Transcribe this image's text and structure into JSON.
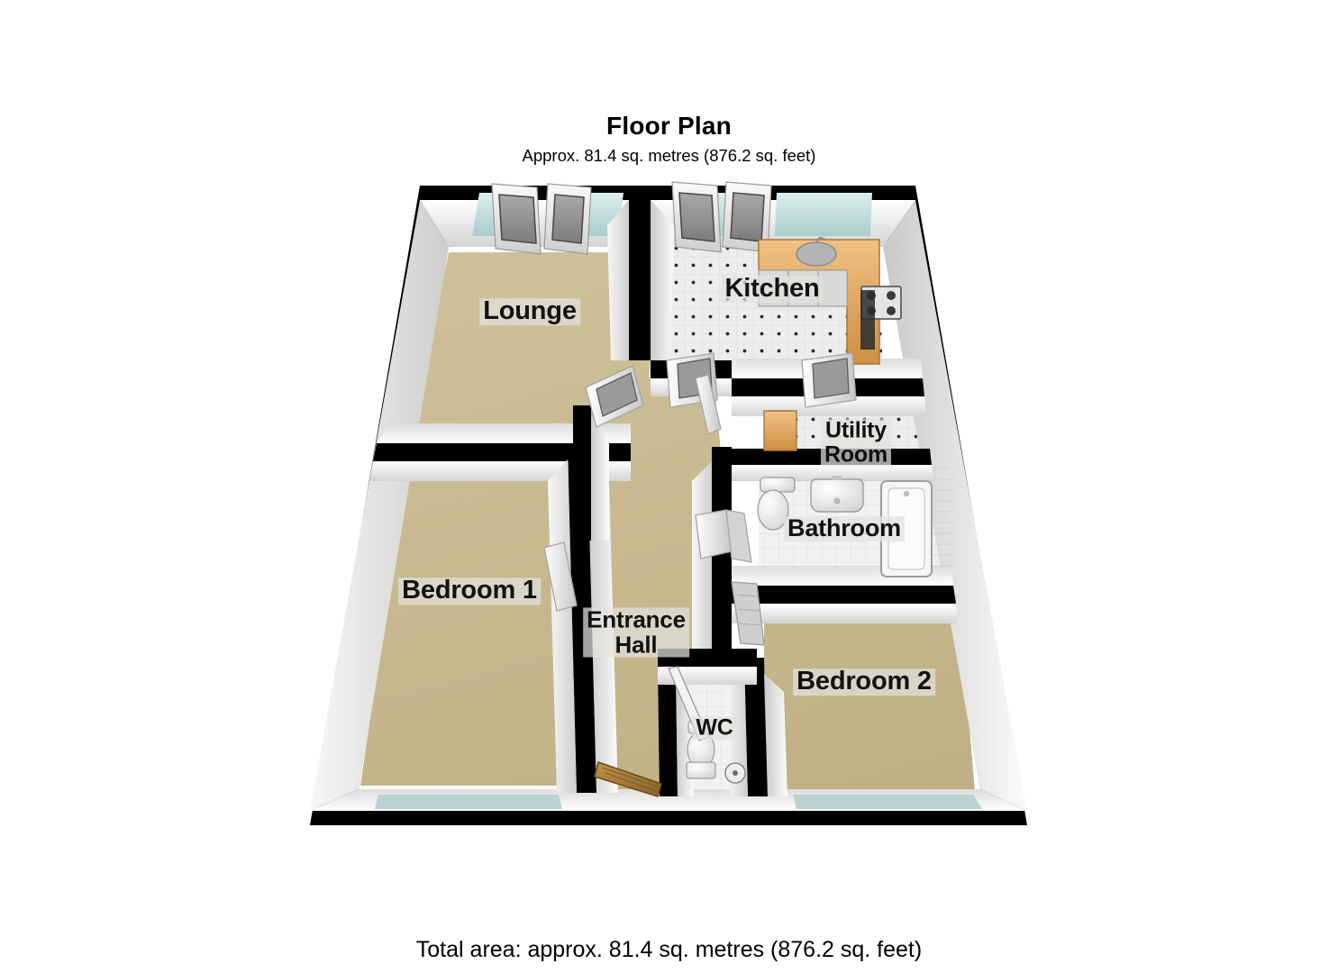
{
  "header": {
    "title": "Floor Plan",
    "subtitle": "Approx. 81.4 sq. metres (876.2 sq. feet)"
  },
  "footer": {
    "total_area": "Total area: approx. 81.4 sq. metres (876.2 sq. feet)"
  },
  "plan": {
    "view": "3d-isometric-cutaway",
    "rooms": [
      {
        "key": "lounge",
        "label": "Lounge",
        "floor": "carpet"
      },
      {
        "key": "kitchen",
        "label": "Kitchen",
        "floor": "tile-speckled"
      },
      {
        "key": "utility",
        "label": "Utility\nRoom",
        "floor": "tile-speckled"
      },
      {
        "key": "bathroom",
        "label": "Bathroom",
        "floor": "tile-white"
      },
      {
        "key": "bedroom1",
        "label": "Bedroom 1",
        "floor": "carpet"
      },
      {
        "key": "bedroom2",
        "label": "Bedroom 2",
        "floor": "carpet"
      },
      {
        "key": "hall",
        "label": "Entrance\nHall",
        "floor": "carpet"
      },
      {
        "key": "wc",
        "label": "WC",
        "floor": "tile-white"
      }
    ],
    "fixtures": [
      {
        "name": "kitchen-sink",
        "room": "kitchen"
      },
      {
        "name": "kitchen-hob",
        "room": "kitchen"
      },
      {
        "name": "kitchen-oven",
        "room": "kitchen"
      },
      {
        "name": "kitchen-worktop",
        "room": "kitchen"
      },
      {
        "name": "base-units",
        "room": "kitchen"
      },
      {
        "name": "toilet",
        "room": "bathroom"
      },
      {
        "name": "wash-basin",
        "room": "bathroom"
      },
      {
        "name": "bath",
        "room": "bathroom"
      },
      {
        "name": "toilet",
        "room": "wc"
      },
      {
        "name": "toilet-roll-holder",
        "room": "wc"
      },
      {
        "name": "front-door",
        "room": "hall"
      }
    ],
    "colors": {
      "wall_outline": "#000000",
      "wall_face": "#ffffff",
      "carpet": "#cbbd93",
      "tile_light": "#e9e9e9",
      "glass": "#cfe4e2",
      "worktop_wood": "#e2a45c",
      "door_wood": "#a87a3c",
      "label_chip": "#e2e2de"
    }
  }
}
